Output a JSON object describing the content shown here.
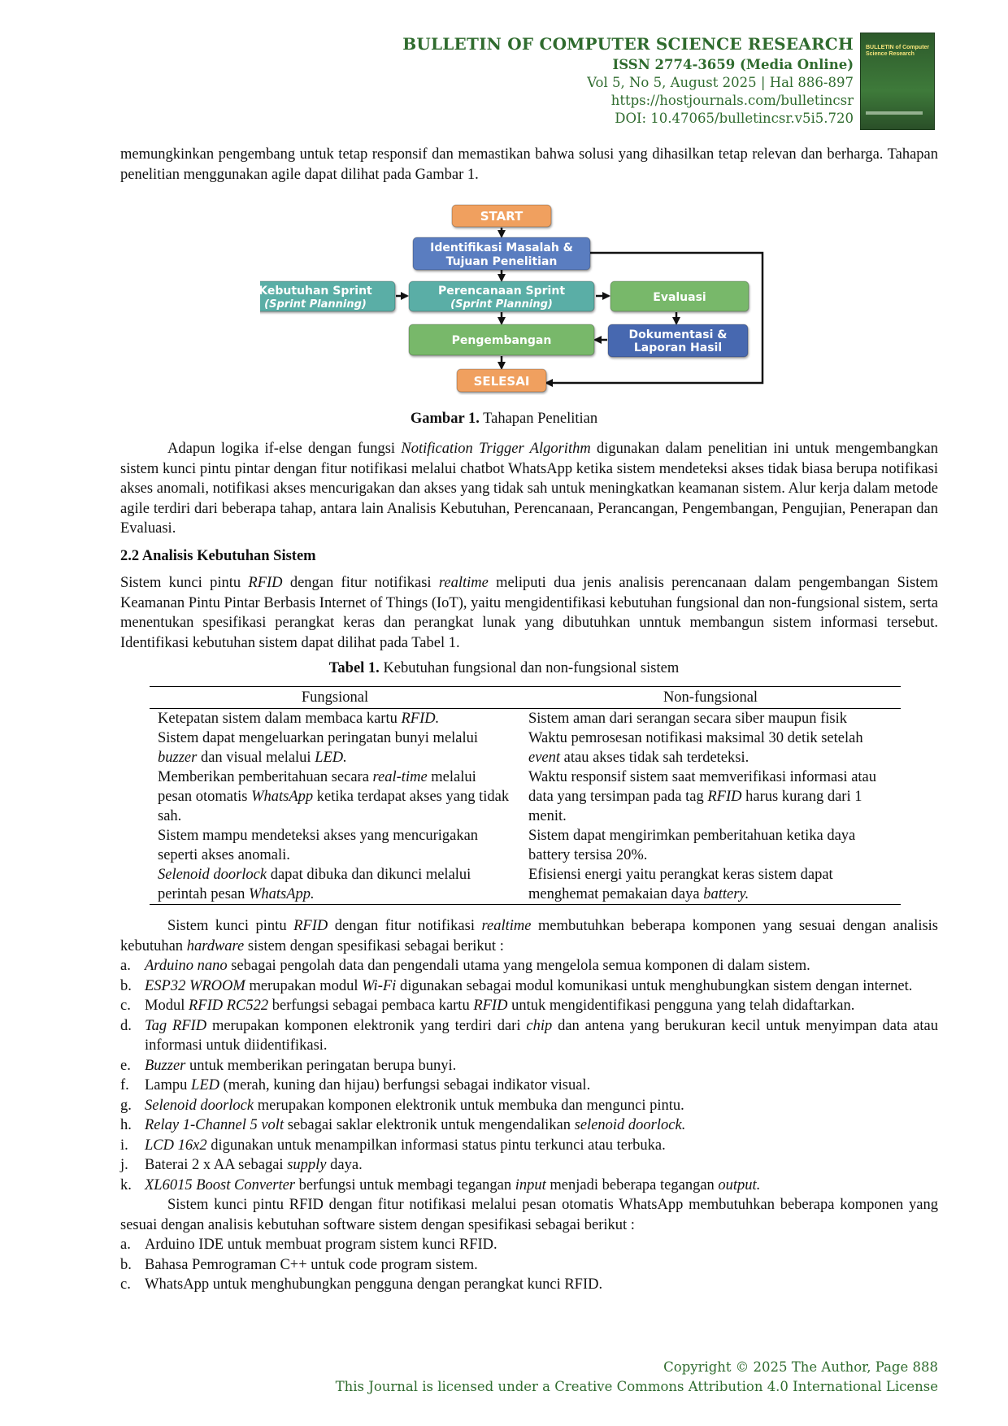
{
  "header": {
    "journal_title": "BULLETIN OF COMPUTER SCIENCE RESEARCH",
    "issn": "ISSN 2774-3659 (Media Online)",
    "volume": "Vol 5, No 5, August 2025 | Hal 886-897",
    "url": "https://hostjournals.com/bulletincsr",
    "doi": "DOI: 10.47065/bulletincsr.v5i5.720",
    "cover_title": "BULLETIN of Computer Science Research"
  },
  "intro_paragraph": "memungkinkan pengembang untuk tetap responsif dan memastikan bahwa solusi yang dihasilkan tetap relevan dan berharga. Tahapan penelitian menggunakan agile dapat dilihat pada Gambar 1.",
  "figure": {
    "nodes": {
      "start": "START",
      "identifikasi_l1": "Identifikasi Masalah &",
      "identifikasi_l2": "Tujuan Penelitian",
      "kebutuhan_l1": "Kebutuhan Sprint",
      "kebutuhan_l2": "(Sprint Planning)",
      "perencanaan_l1": "Perencanaan Sprint",
      "perencanaan_l2": "(Sprint Planning)",
      "evaluasi": "Evaluasi",
      "pengembangan": "Pengembangan",
      "dokumentasi_l1": "Dokumentasi &",
      "dokumentasi_l2": "Laporan Hasil",
      "selesai": "SELESAI"
    },
    "colors": {
      "orange": "#f0a05e",
      "blue": "#5a7dc0",
      "teal": "#5aaea6",
      "green": "#78b86a",
      "dark_blue": "#4767b0"
    },
    "caption_label": "Gambar 1.",
    "caption_text": " Tahapan Penelitian"
  },
  "paragraph2": {
    "a": "Adapun logika if-else dengan fungsi ",
    "b": "Notification Trigger Algorithm",
    "c": " digunakan dalam penelitian ini untuk mengembangkan sistem kunci pintu pintar dengan fitur notifikasi melalui chatbot WhatsApp ketika sistem mendeteksi akses tidak biasa berupa notifikasi akses anomali, notifikasi akses mencurigakan dan akses yang tidak sah untuk meningkatkan keamanan sistem. Alur kerja dalam metode agile terdiri dari beberapa tahap, antara lain Analisis Kebutuhan, Perencanaan, Perancangan, Pengembangan, Pengujian, Penerapan dan Evaluasi."
  },
  "section_heading": "2.2 Analisis Kebutuhan Sistem",
  "paragraph3": {
    "a": "Sistem kunci pintu ",
    "b": "RFID",
    "c": " dengan fitur notifikasi ",
    "d": "realtime",
    "e": " meliputi dua jenis analisis perencanaan dalam pengembangan Sistem Keamanan Pintu Pintar Berbasis Internet of Things (IoT), yaitu mengidentifikasi kebutuhan fungsional dan non-fungsional sistem, serta menentukan spesifikasi perangkat keras dan perangkat lunak yang dibutuhkan unntuk membangun sistem informasi tersebut. Identifikasi kebutuhan sistem dapat dilihat pada Tabel 1."
  },
  "table": {
    "caption_label": "Tabel 1.",
    "caption_text": " Kebutuhan fungsional dan non-fungsional sistem",
    "headers": [
      "Fungsional",
      "Non-fungsional"
    ],
    "rows": [
      {
        "f": [
          {
            "t": "Ketepatan sistem dalam membaca kartu "
          },
          {
            "t": "RFID.",
            "i": true
          }
        ],
        "n": [
          {
            "t": "Sistem aman dari serangan secara siber maupun fisik"
          }
        ]
      },
      {
        "f": [
          {
            "t": "Sistem dapat mengeluarkan peringatan bunyi melalui "
          },
          {
            "t": "buzzer",
            "i": true
          },
          {
            "t": " dan visual melalui "
          },
          {
            "t": "LED.",
            "i": true
          }
        ],
        "n": [
          {
            "t": "Waktu pemrosesan notifikasi maksimal 30 detik setelah "
          },
          {
            "t": "event",
            "i": true
          },
          {
            "t": " atau akses tidak sah terdeteksi."
          }
        ]
      },
      {
        "f": [
          {
            "t": "Memberikan pemberitahuan secara "
          },
          {
            "t": "real-time",
            "i": true
          },
          {
            "t": " melalui pesan otomatis "
          },
          {
            "t": "WhatsApp",
            "i": true
          },
          {
            "t": " ketika terdapat akses yang tidak sah."
          }
        ],
        "n": [
          {
            "t": "Waktu responsif sistem saat memverifikasi informasi atau data yang tersimpan pada tag "
          },
          {
            "t": "RFID",
            "i": true
          },
          {
            "t": " harus kurang dari 1 menit."
          }
        ]
      },
      {
        "f": [
          {
            "t": "Sistem mampu mendeteksi akses yang mencurigakan seperti akses anomali."
          }
        ],
        "n": [
          {
            "t": "Sistem dapat mengirimkan pemberitahuan ketika daya battery tersisa 20%."
          }
        ]
      },
      {
        "f": [
          {
            "t": "Selenoid doorlock",
            "i": true
          },
          {
            "t": " dapat dibuka dan dikunci melalui perintah pesan "
          },
          {
            "t": "WhatsApp.",
            "i": true
          }
        ],
        "n": [
          {
            "t": "Efisiensi energi yaitu perangkat keras sistem dapat menghemat pemakaian daya "
          },
          {
            "t": "battery.",
            "i": true
          }
        ]
      }
    ]
  },
  "paragraph4": {
    "a": "Sistem kunci pintu ",
    "b": "RFID",
    "c": " dengan fitur notifikasi ",
    "d": "realtime",
    "e": " membutuhkan beberapa komponen yang sesuai dengan analisis kebutuhan ",
    "f": "hardware",
    "g": " sistem dengan spesifikasi sebagai berikut :"
  },
  "hardware_list": [
    {
      "mk": "a.",
      "parts": [
        {
          "t": "Arduino nano",
          "i": true
        },
        {
          "t": " sebagai pengolah data dan pengendali utama yang mengelola semua komponen di dalam sistem."
        }
      ]
    },
    {
      "mk": "b.",
      "parts": [
        {
          "t": "ESP32 WROOM",
          "i": true
        },
        {
          "t": " merupakan modul "
        },
        {
          "t": "Wi-Fi",
          "i": true
        },
        {
          "t": " digunakan sebagai modul komunikasi untuk menghubungkan sistem dengan internet."
        }
      ]
    },
    {
      "mk": "c.",
      "parts": [
        {
          "t": "Modul "
        },
        {
          "t": "RFID RC522",
          "i": true
        },
        {
          "t": " berfungsi sebagai pembaca kartu "
        },
        {
          "t": "RFID",
          "i": true
        },
        {
          "t": " untuk mengidentifikasi pengguna yang telah didaftarkan."
        }
      ]
    },
    {
      "mk": "d.",
      "parts": [
        {
          "t": "Tag RFID",
          "i": true
        },
        {
          "t": " merupakan komponen elektronik yang terdiri dari "
        },
        {
          "t": "chip",
          "i": true
        },
        {
          "t": " dan antena yang berukuran kecil untuk menyimpan data atau informasi untuk diidentifikasi."
        }
      ]
    },
    {
      "mk": "e.",
      "parts": [
        {
          "t": "Buzzer",
          "i": true
        },
        {
          "t": " untuk memberikan peringatan berupa bunyi."
        }
      ]
    },
    {
      "mk": "f.",
      "parts": [
        {
          "t": "Lampu "
        },
        {
          "t": "LED",
          "i": true
        },
        {
          "t": " (merah, kuning dan hijau) berfungsi sebagai indikator visual."
        }
      ]
    },
    {
      "mk": "g.",
      "parts": [
        {
          "t": "Selenoid doorlock",
          "i": true
        },
        {
          "t": " merupakan komponen elektronik untuk membuka dan mengunci pintu."
        }
      ]
    },
    {
      "mk": "h.",
      "parts": [
        {
          "t": "Relay 1-Channel 5 volt",
          "i": true
        },
        {
          "t": " sebagai saklar elektronik untuk mengendalikan "
        },
        {
          "t": "selenoid doorlock.",
          "i": true
        }
      ]
    },
    {
      "mk": "i.",
      "parts": [
        {
          "t": "LCD 16x2",
          "i": true
        },
        {
          "t": " digunakan untuk menampilkan informasi status pintu terkunci atau terbuka."
        }
      ]
    },
    {
      "mk": "j.",
      "parts": [
        {
          "t": "Baterai 2 x AA sebagai "
        },
        {
          "t": "supply",
          "i": true
        },
        {
          "t": " daya."
        }
      ]
    },
    {
      "mk": "k.",
      "parts": [
        {
          "t": "XL6015 Boost Converter",
          "i": true
        },
        {
          "t": " berfungsi untuk membagi tegangan "
        },
        {
          "t": "input",
          "i": true
        },
        {
          "t": " menjadi beberapa tegangan "
        },
        {
          "t": "output.",
          "i": true
        }
      ]
    }
  ],
  "paragraph5": "Sistem kunci pintu RFID dengan fitur notifikasi melalui pesan otomatis WhatsApp membutuhkan beberapa komponen yang sesuai dengan analisis kebutuhan software sistem dengan spesifikasi sebagai berikut :",
  "software_list": [
    {
      "mk": "a.",
      "text": "Arduino IDE untuk membuat program sistem kunci RFID."
    },
    {
      "mk": "b.",
      "text": "Bahasa Pemrograman C++ untuk code program sistem."
    },
    {
      "mk": "c.",
      "text": "WhatsApp untuk menghubungkan pengguna dengan perangkat kunci RFID."
    }
  ],
  "footer": {
    "copyright": "Copyright © 2025 The Author, Page 888",
    "license": "This Journal is licensed under a Creative Commons Attribution 4.0 International License"
  }
}
